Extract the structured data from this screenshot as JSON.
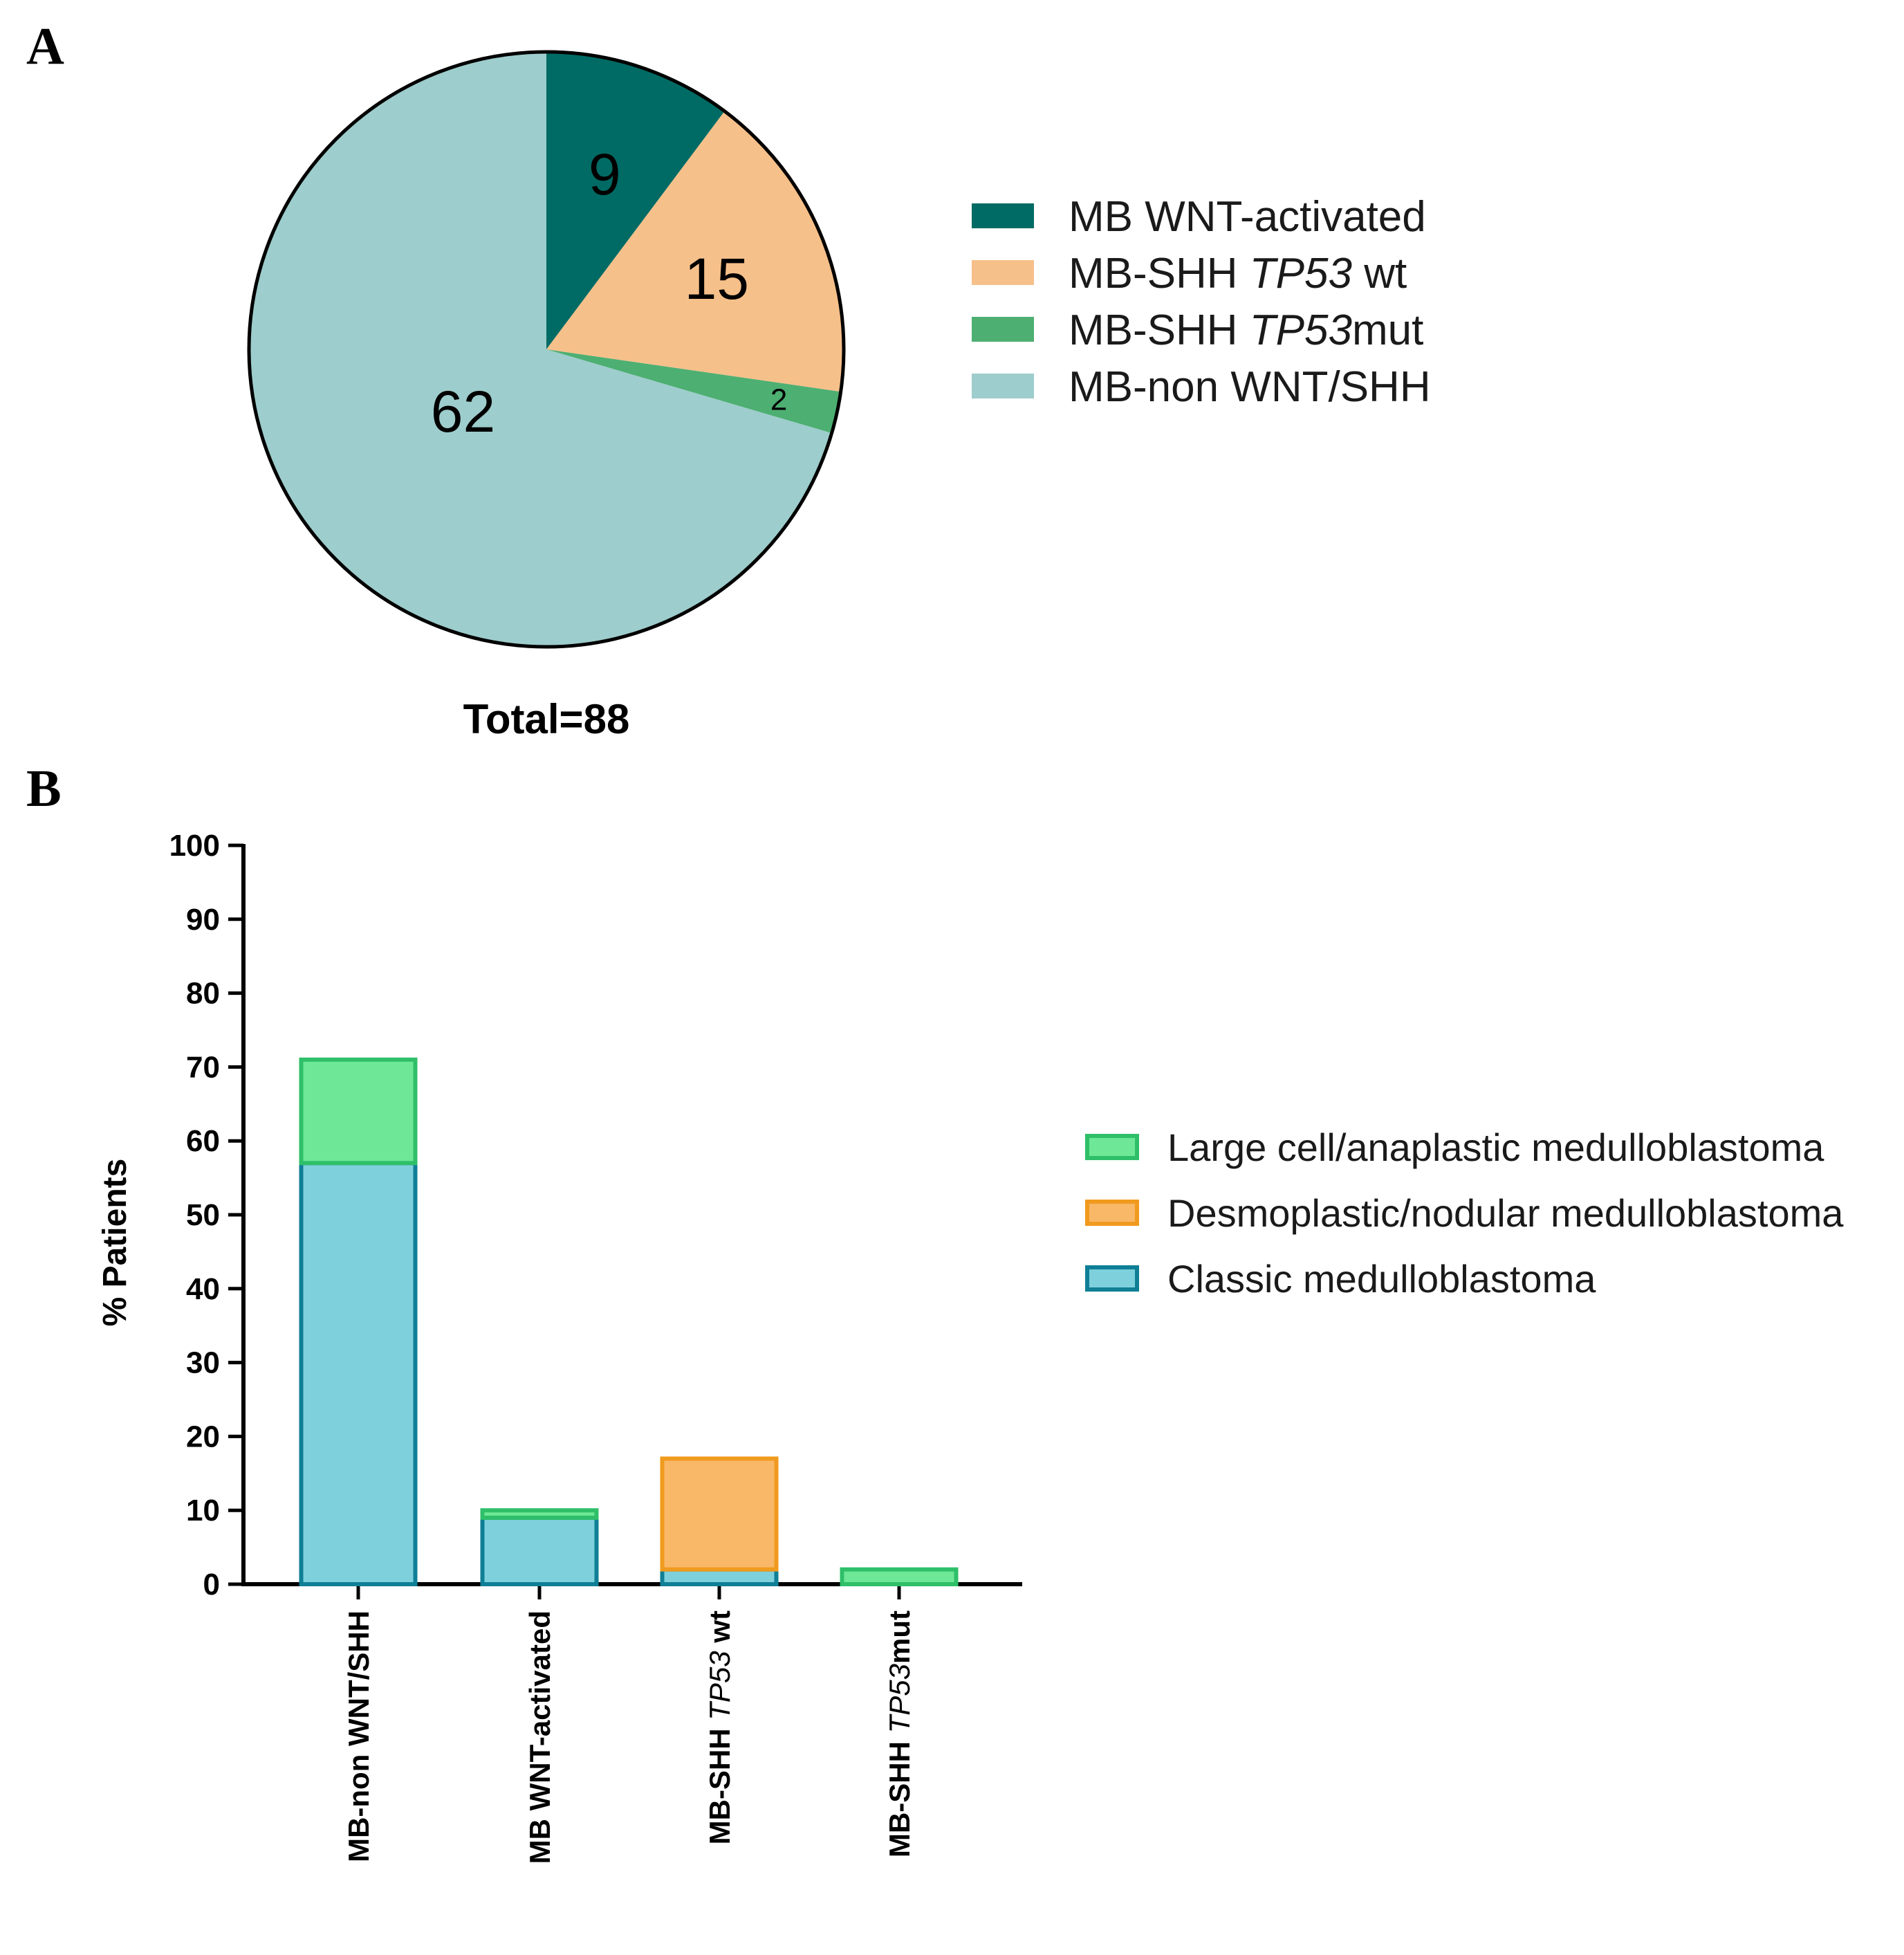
{
  "panels": {
    "a_label": "A",
    "b_label": "B"
  },
  "colors": {
    "wnt": "#006b64",
    "shh_wt": "#f6c08a",
    "shh_mut": "#4daf72",
    "non_wnt_shh": "#9dcdcc",
    "large_cell_fill": "#6ee896",
    "large_cell_edge": "#2fbf69",
    "desmo_fill": "#f8b868",
    "desmo_edge": "#f09a1e",
    "classic_fill": "#7fd0dd",
    "classic_edge": "#0f7f96"
  },
  "chart_data": [
    {
      "type": "pie",
      "total_label": "Total=88",
      "slices": [
        {
          "key": "wnt",
          "label_parts": [
            [
              "MB WNT-activated",
              false
            ]
          ],
          "value": 9
        },
        {
          "key": "shh_wt",
          "label_parts": [
            [
              "MB-SHH ",
              false
            ],
            [
              "TP53",
              true
            ],
            [
              " wt",
              false
            ]
          ],
          "value": 15
        },
        {
          "key": "shh_mut",
          "label_parts": [
            [
              "MB-SHH ",
              false
            ],
            [
              "TP53",
              true
            ],
            [
              "mut",
              false
            ]
          ],
          "value": 2
        },
        {
          "key": "non_wnt_shh",
          "label_parts": [
            [
              "MB-non WNT/SHH",
              false
            ]
          ],
          "value": 62
        }
      ]
    },
    {
      "type": "bar",
      "stacked": true,
      "ylabel": "% Patients",
      "ylim": [
        0,
        100
      ],
      "yticks": [
        0,
        10,
        20,
        30,
        40,
        50,
        60,
        70,
        80,
        90,
        100
      ],
      "categories": [
        [
          [
            "MB-non WNT/SHH",
            false
          ]
        ],
        [
          [
            "MB WNT-activated",
            false
          ]
        ],
        [
          [
            "MB-SHH ",
            false
          ],
          [
            "TP53",
            true
          ],
          [
            " wt",
            false
          ]
        ],
        [
          [
            "MB-SHH ",
            false
          ],
          [
            "TP53",
            true
          ],
          [
            "mut",
            false
          ]
        ]
      ],
      "series": [
        {
          "name": "Classic medulloblastoma",
          "key": "classic",
          "values": [
            57,
            9,
            2,
            0
          ]
        },
        {
          "name": "Desmoplastic/nodular medulloblastoma",
          "key": "desmo",
          "values": [
            0,
            0,
            15,
            0
          ]
        },
        {
          "name": "Large cell/anaplastic medulloblastoma",
          "key": "large_cell",
          "values": [
            14,
            1,
            0,
            2
          ]
        }
      ],
      "legend_order": [
        "large_cell",
        "desmo",
        "classic"
      ]
    }
  ]
}
